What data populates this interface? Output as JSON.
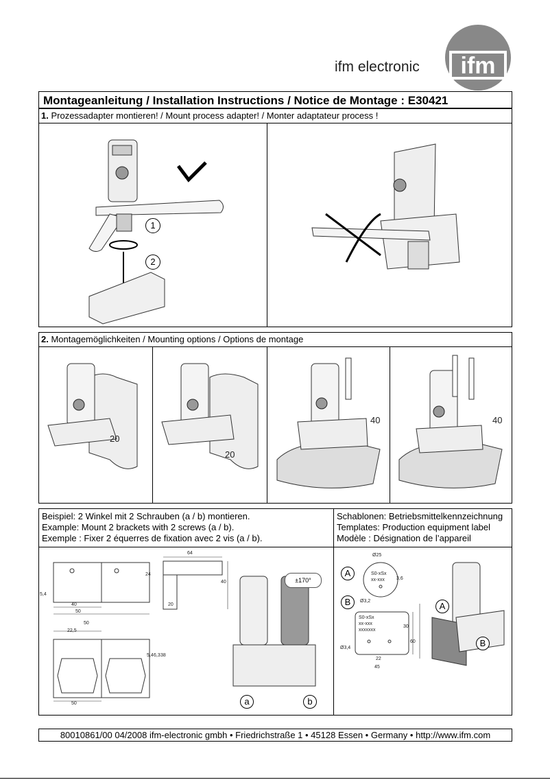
{
  "brand": {
    "name": "ifm electronic",
    "logo_text": "ifm"
  },
  "title": "Montageanleitung / Installation Instructions / Notice de Montage : E30421",
  "section1": {
    "number": "1.",
    "text": "Prozessadapter montieren! / Mount process adapter! / Monter adaptateur process !",
    "step1": "1",
    "step2": "2"
  },
  "section2": {
    "number": "2.",
    "text": "Montagemöglichkeiten / Mounting options / Options de montage",
    "dim_a": "20",
    "dim_b": "20",
    "dim_c": "40",
    "dim_d": "40"
  },
  "example": {
    "lines": [
      "Beispiel:   2 Winkel mit 2 Schrauben (a / b) montieren.",
      "Example:   Mount 2 brackets with 2 screws (a / b).",
      "Exemple :  Fixer 2 équerres de fixation avec 2 vis (a / b)."
    ],
    "label_a": "a",
    "label_b": "b",
    "rotation": "±170°"
  },
  "templates": {
    "lines": [
      "Schablonen:   Betriebsmittelkennzeichnung",
      "Templates:   Production equipment label",
      "Modèle :    Désignation de l’appareil"
    ],
    "label_A": "A",
    "label_B": "B",
    "label_A2": "A",
    "label_B2": "B",
    "tagA_line1": "S0-xSx",
    "tagA_line2": "xx-xxx",
    "tagB_line1": "S0-xSx",
    "tagB_line2": "xx-xxx",
    "tagB_line3": "xxxxxxx"
  },
  "dimensions": {
    "d64": "64",
    "d40v": "40",
    "d20": "20",
    "d24": "24",
    "d40": "40",
    "d50": "50",
    "d54": "5,4",
    "d50b": "50",
    "d225": "22,5",
    "d54b": "5,4",
    "d63": "6,3",
    "d38": "38",
    "d50c": "50",
    "dia25": "Ø25",
    "d36": "3,6",
    "dia32": "Ø3,2",
    "d30": "30",
    "d60": "60",
    "dia34": "Ø3,4",
    "d22": "22",
    "d45": "45"
  },
  "footer": "80010861/00    04/2008    ifm-electronic gmbh • Friedrichstraße 1 • 45128 Essen • Germany • http://www.ifm.com"
}
